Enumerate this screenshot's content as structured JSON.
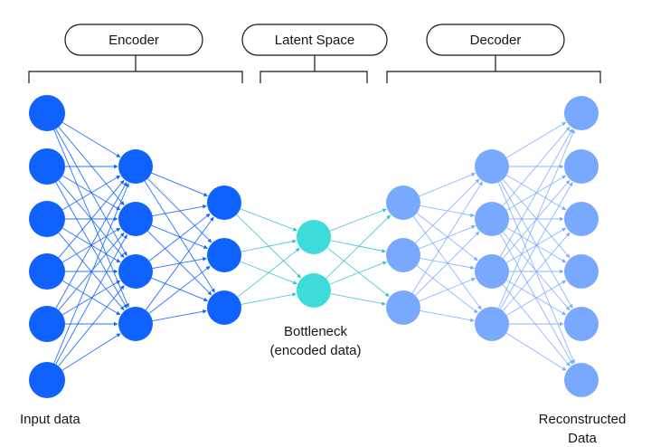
{
  "sections": {
    "encoder": "Encoder",
    "latent": "Latent Space",
    "decoder": "Decoder"
  },
  "captions": {
    "input": "Input data",
    "bottleneck_line1": "Bottleneck",
    "bottleneck_line2": "(encoded data)",
    "output_line1": "Reconstructed",
    "output_line2": "Data"
  },
  "network": {
    "layer_sizes": [
      6,
      4,
      3,
      2,
      3,
      4,
      6
    ]
  },
  "colors": {
    "encoder_node": "#0f62fe",
    "encoder_edge": "#0f62fe",
    "latent_node": "#3ddbd9",
    "latent_edge": "#33c0cc",
    "decoder_node": "#78a9ff",
    "decoder_edge": "#78a9ff",
    "pill_border": "#161616",
    "bracket": "#161616"
  }
}
